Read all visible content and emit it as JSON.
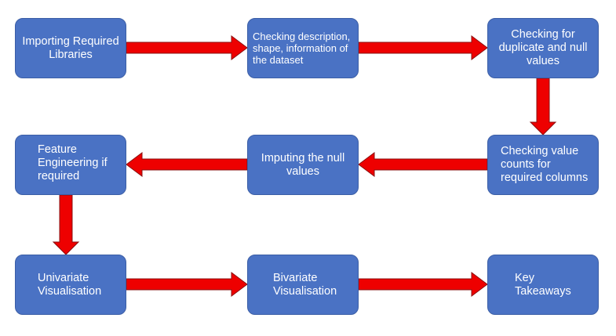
{
  "colors": {
    "box_fill": "#4a72c4",
    "box_border": "#3b5ea6",
    "arrow_fill": "#ee0000",
    "arrow_stroke": "#8a1010",
    "text": "#ffffff"
  },
  "steps": {
    "importing_libraries": "Importing Required Libraries",
    "checking_dataset": "Checking description, shape, information of the dataset",
    "checking_duplicates": "Checking for duplicate and null values",
    "checking_value_counts": "Checking value counts for required columns",
    "imputing_nulls": "Imputing the null values",
    "feature_engineering": "Feature Engineering if required",
    "univariate": "Univariate Visualisation",
    "bivariate": "Bivariate Visualisation",
    "key_takeaways": "Key Takeaways"
  },
  "flow": [
    {
      "from": "importing_libraries",
      "to": "checking_dataset"
    },
    {
      "from": "checking_dataset",
      "to": "checking_duplicates"
    },
    {
      "from": "checking_duplicates",
      "to": "checking_value_counts"
    },
    {
      "from": "checking_value_counts",
      "to": "imputing_nulls"
    },
    {
      "from": "imputing_nulls",
      "to": "feature_engineering"
    },
    {
      "from": "feature_engineering",
      "to": "univariate"
    },
    {
      "from": "univariate",
      "to": "bivariate"
    },
    {
      "from": "bivariate",
      "to": "key_takeaways"
    }
  ]
}
